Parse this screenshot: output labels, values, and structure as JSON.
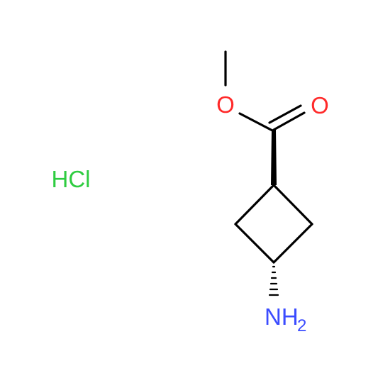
{
  "structure": {
    "salt": {
      "text": "HCl",
      "color": "#2ecc40"
    },
    "atoms": {
      "ester_oxygen": {
        "text": "O",
        "color": "#ff2a2a"
      },
      "carbonyl_oxygen": {
        "text": "O",
        "color": "#ff2a2a"
      },
      "amine": {
        "text": "NH",
        "subscript": "2",
        "color": "#3b4cff"
      }
    },
    "bond_color": "#000000"
  }
}
